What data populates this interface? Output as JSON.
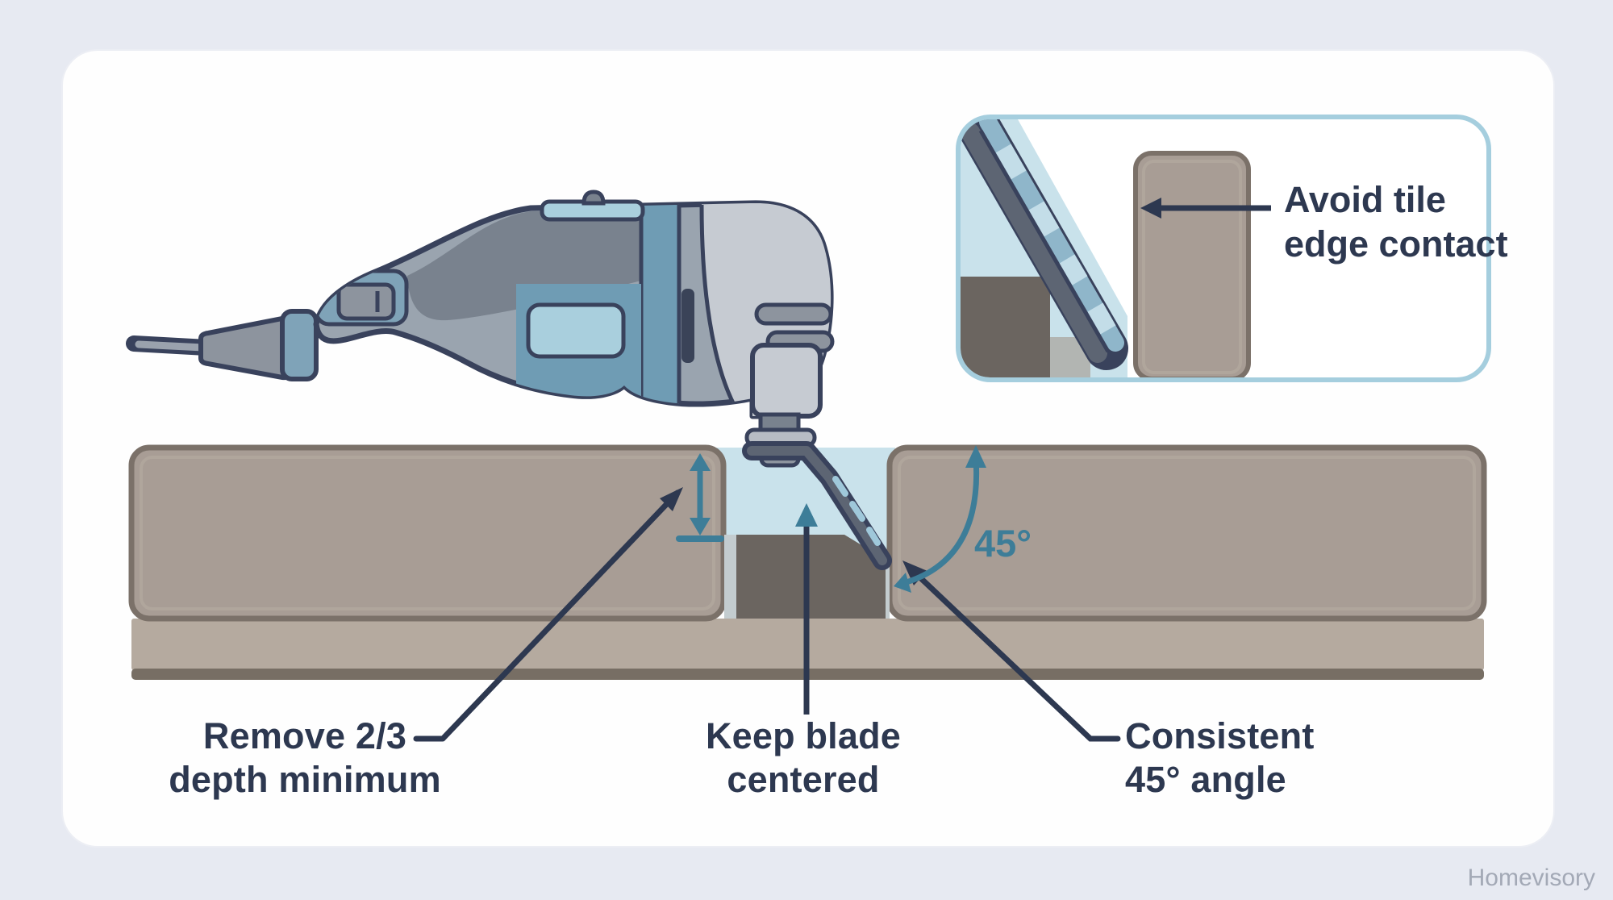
{
  "diagram": {
    "watermark": "Homevisory",
    "callouts": {
      "depth": {
        "line1": "Remove 2/3",
        "line2": "depth minimum"
      },
      "centered": {
        "line1": "Keep blade",
        "line2": "centered"
      },
      "angle": {
        "line1": "Consistent",
        "line2": "45° angle"
      },
      "angle_measure": "45°",
      "inset": {
        "line1": "Avoid tile",
        "line2": "edge contact"
      }
    },
    "colors": {
      "background": "#e7eaf2",
      "card": "#fefefe",
      "text_navy": "#2d3850",
      "accent_teal": "#3d7d98",
      "tile_fill": "#a89d95",
      "tile_border": "#7b7169",
      "grout": "#6b6560",
      "substrate": "#b5aa9f",
      "substrate_line": "#776e64",
      "highlight_blue": "#c9e2eb",
      "inset_panel_border": "#a5cede",
      "tool_outline": "#39425c",
      "tool_body": "#9aa4af",
      "tool_blue": "#6f9cb4",
      "tool_blue_light": "#a9cfdd",
      "watermark_gray": "#a3a9b6"
    }
  }
}
